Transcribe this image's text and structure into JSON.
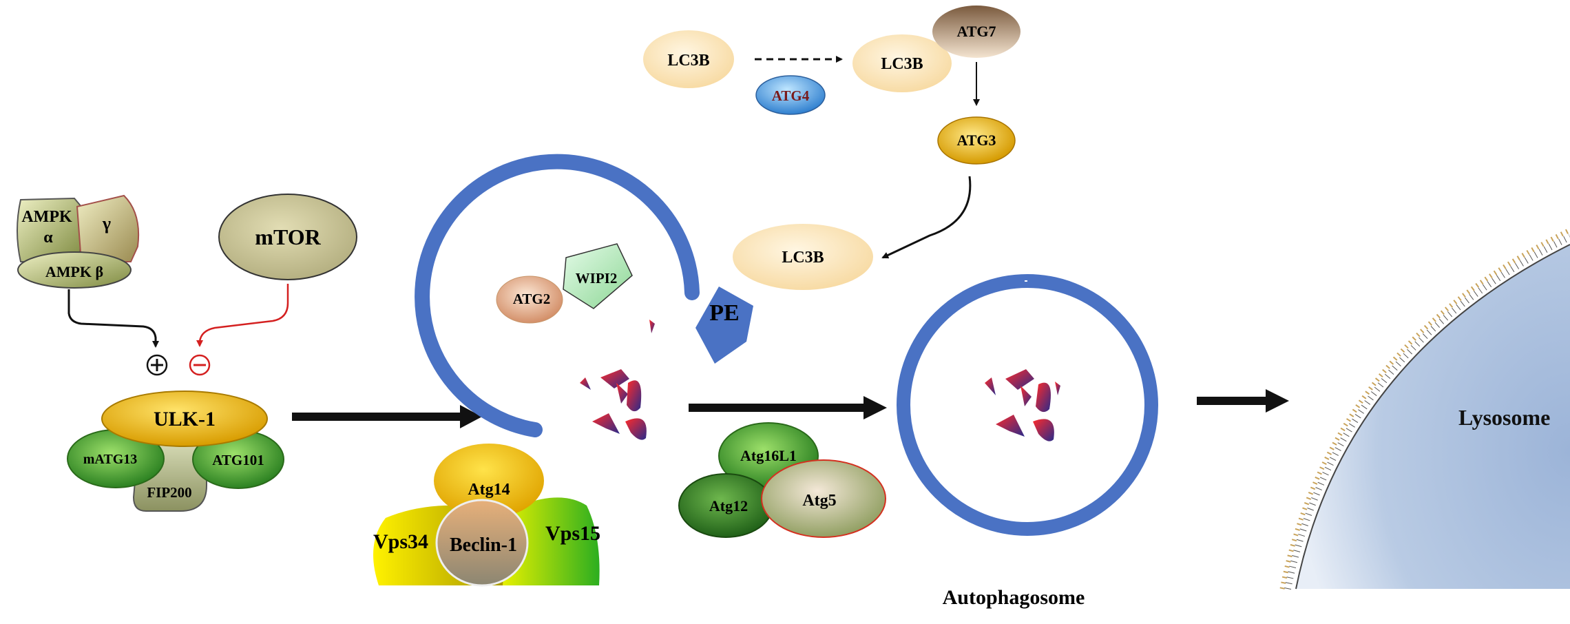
{
  "labels": {
    "ampk_alpha_1": "AMPK",
    "ampk_alpha_2": "α",
    "ampk_gamma": "γ",
    "ampk_beta": "AMPK β",
    "mtor": "mTOR",
    "plus": "+",
    "minus": "−",
    "ulk1": "ULK-1",
    "matg13": "mATG13",
    "atg101": "ATG101",
    "fip200": "FIP200",
    "lc3b_1": "LC3B",
    "atg4": "ATG4",
    "lc3b_2": "LC3B",
    "atg7": "ATG7",
    "atg3": "ATG3",
    "lc3b_3": "LC3B",
    "atg2": "ATG2",
    "wipi2": "WIPI2",
    "pe": "PE",
    "atg14": "Atg14",
    "vps34": "Vps34",
    "beclin1": "Beclin-1",
    "vps15": "Vps15",
    "atg16l1": "Atg16L1",
    "atg12": "Atg12",
    "atg5": "Atg5",
    "autophagosome": "Autophagosome",
    "lysosome": "Lysosome"
  },
  "colors": {
    "membrane": "#4a72c4",
    "inhibit": "#d42020",
    "activate": "#111111",
    "ulk": "#e8b820",
    "green": "#3c9a2c",
    "lc3b": "#fde6b8",
    "lysosome": "#9fb6d6"
  }
}
